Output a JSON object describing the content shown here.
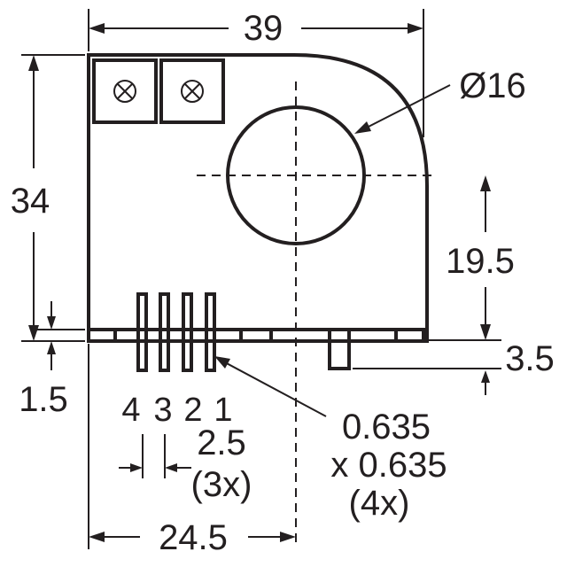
{
  "dimensions": {
    "width_total": "39",
    "height_total": "34",
    "hole_diameter": "Ø16",
    "hole_center_height": "19.5",
    "pin_length": "3.5",
    "foot_height": "1.5",
    "pin_pitch": "2.5",
    "pin_pitch_count": "(3x)",
    "pin_section_line1": "0.635",
    "pin_section_line2": "x 0.635",
    "pin_section_count": "(4x)",
    "hole_center_offset": "24.5"
  },
  "pins": [
    "4",
    "3",
    "2",
    "1"
  ],
  "colors": {
    "ink": "#231f20",
    "background": "#ffffff"
  }
}
